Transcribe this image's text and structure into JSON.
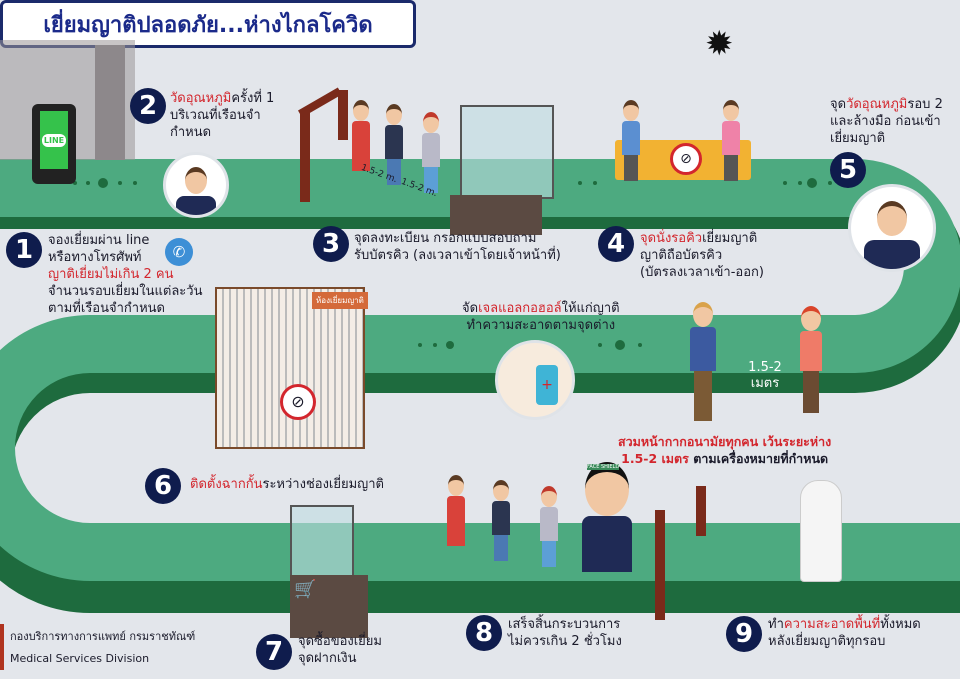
{
  "title": "เยี่ยมญาติปลอดภัย...ห่างไกลโควิด",
  "colors": {
    "path": "#4daa80",
    "path_shadow": "#1e6b3e",
    "badge": "#0f1c4d",
    "highlight": "#d3262d",
    "title": "#1b2a8a"
  },
  "phone": {
    "app_label": "LINE"
  },
  "steps": [
    {
      "num": "1",
      "lines": [
        "จองเยี่ยมผ่าน line",
        "หรือทางโทรศัพท์"
      ],
      "highlight": "ญาติเยี่ยมไม่เกิน 2 คน",
      "rest": [
        "จำนวนรอบเยี่ยมในแต่ละวัน",
        "ตามที่เรือนจำกำหนด"
      ]
    },
    {
      "num": "2",
      "highlight": "วัดอุณหภูมิ",
      "text": "ครั้งที่ 1",
      "rest": [
        "บริเวณที่เรือนจำ",
        "กำหนด"
      ]
    },
    {
      "num": "3",
      "lines": [
        "จุดลงทะเบียน กรอกแบบสอบถาม",
        "รับบัตรคิว (ลงเวลาเข้าโดยเจ้าหน้าที่)"
      ]
    },
    {
      "num": "4",
      "highlight": "จุดนั่งรอคิว",
      "text": "เยี่ยมญาติ",
      "rest": [
        "ญาติถือบัตรคิว",
        "(บัตรลงเวลาเข้า-ออก)"
      ]
    },
    {
      "num": "5",
      "prefix": "จุด",
      "highlight": "วัดอุณหภูมิ",
      "text": "รอบ 2",
      "rest": [
        "และล้างมือ ก่อนเข้า",
        "เยี่ยมญาติ"
      ]
    },
    {
      "num": "6",
      "highlight": "ติดตั้งฉากกั้น",
      "text": "ระหว่างช่องเยี่ยมญาติ"
    },
    {
      "num": "7",
      "lines": [
        "จุดซื้อของเยี่ยม",
        "จุดฝากเงิน"
      ]
    },
    {
      "num": "8",
      "lines": [
        "เสร็จสิ้นกระบวนการ",
        "ไม่ควรเกิน 2 ชั่วโมง"
      ]
    },
    {
      "num": "9",
      "prefix": "ทำ",
      "highlight": "ความสะอาดพื้นที่",
      "text": "ทั้งหมด",
      "rest": [
        "หลังเยี่ยมญาติทุกรอบ"
      ]
    }
  ],
  "gel": {
    "prefix": "จัด",
    "highlight": "เจลแอลกอฮอล์",
    "text": "ให้แก่ญาติ",
    "line2": "ทำความสะอาดตามจุดต่าง"
  },
  "distance": {
    "label1": "1.5-2",
    "label2": "เมตร",
    "queue_label": "1.5-2 m.",
    "highlight1": "สวมหน้ากากอนามัย",
    "text1": "ทุกคน",
    "highlight2": "เว้นระยะห่าง",
    "highlight3": "1.5-2 เมตร",
    "text2": "ตามเครื่องหมายที่กำหนด"
  },
  "room_sign": "ห้องเยี่ยมญาติ",
  "face_shield": "FACE SHIELD",
  "footer": {
    "org_th": "กองบริการทางการแพทย์ กรมราชทัณฑ์",
    "org_en": "Medical Services Division"
  }
}
